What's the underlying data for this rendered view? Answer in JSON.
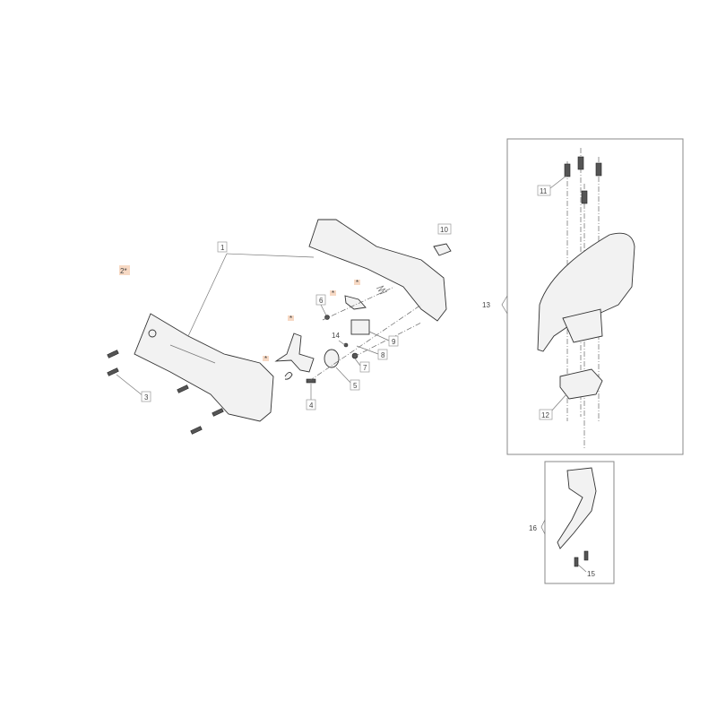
{
  "diagram": {
    "callouts": [
      {
        "id": "1",
        "text": "1"
      },
      {
        "id": "2",
        "text": "2*"
      },
      {
        "id": "3",
        "text": "3"
      },
      {
        "id": "4",
        "text": "4"
      },
      {
        "id": "5",
        "text": "5"
      },
      {
        "id": "6",
        "text": "6"
      },
      {
        "id": "7",
        "text": "7"
      },
      {
        "id": "8",
        "text": "8"
      },
      {
        "id": "9",
        "text": "9"
      },
      {
        "id": "10",
        "text": "10"
      },
      {
        "id": "11",
        "text": "11"
      },
      {
        "id": "12",
        "text": "12"
      },
      {
        "id": "13",
        "text": "13"
      },
      {
        "id": "14",
        "text": "14"
      },
      {
        "id": "15",
        "text": "15"
      },
      {
        "id": "16",
        "text": "16"
      }
    ],
    "highlight_color": "#f7d9c4",
    "marker_symbol": "*"
  }
}
